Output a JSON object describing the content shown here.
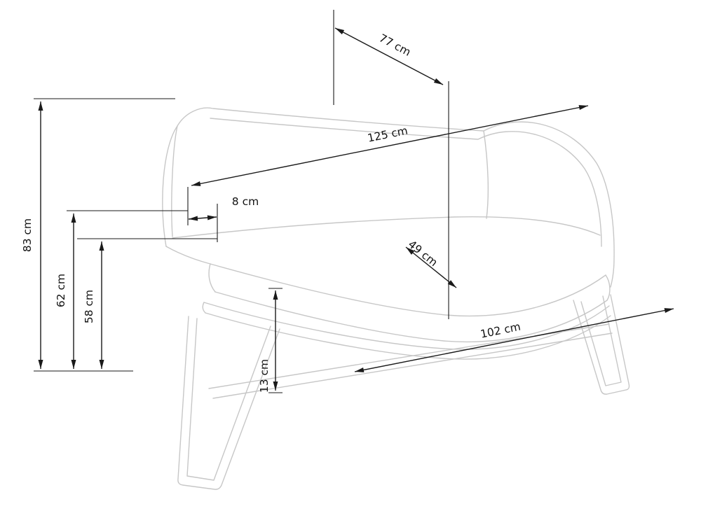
{
  "diagram": {
    "type": "dimension-drawing",
    "subject": "two-seat sofa line sketch with metal sled legs",
    "unit": "cm",
    "colors": {
      "dimension_lines": "#1a1a1a",
      "sketch_lines": "#c7c7c7",
      "background": "#ffffff"
    },
    "dimensions": {
      "overall_depth": {
        "label": "77 cm",
        "value": 77
      },
      "overall_width": {
        "label": "125 cm",
        "value": 125
      },
      "backrest_offset": {
        "label": "8 cm",
        "value": 8
      },
      "seat_depth": {
        "label": "49 cm",
        "value": 49
      },
      "seat_width": {
        "label": "102 cm",
        "value": 102
      },
      "overall_height": {
        "label": "83 cm",
        "value": 83
      },
      "armrest_height": {
        "label": "62 cm",
        "value": 62
      },
      "seat_height": {
        "label": "58 cm",
        "value": 58
      },
      "frame_clearance": {
        "label": "13 cm",
        "value": 13
      }
    }
  }
}
